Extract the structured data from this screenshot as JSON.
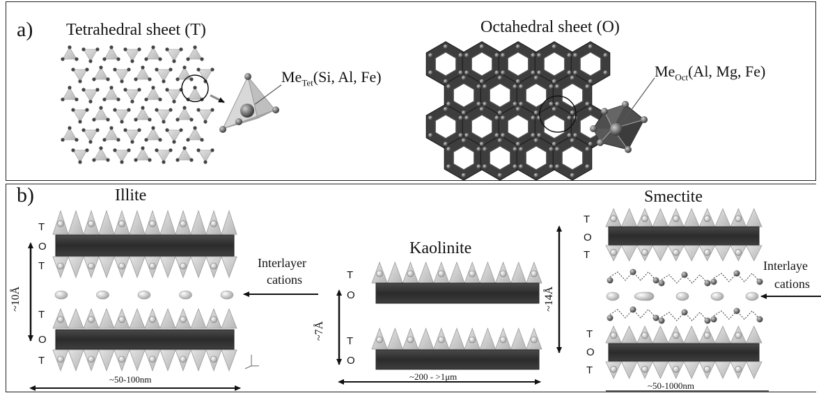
{
  "panel_a": {
    "label": "a)",
    "tet_title": "Tetrahedral sheet (T)",
    "oct_title": "Octahedral sheet (O)",
    "tet_me": "Me",
    "tet_sub": "Tet",
    "tet_elems": "(Si, Al, Fe)",
    "oct_me": "Me",
    "oct_sub": "Oct",
    "oct_elems": "(Al, Mg, Fe)"
  },
  "panel_b": {
    "label": "b)",
    "illite": {
      "title": "Illite",
      "stack_top": [
        "T",
        "O",
        "T"
      ],
      "stack_bottom": [
        "T",
        "O",
        "T"
      ],
      "spacing": "~10Å",
      "width": "~50-100nm",
      "interlayer_1": "Interlayer",
      "interlayer_2": "cations"
    },
    "kaolinite": {
      "title": "Kaolinite",
      "stack_top": [
        "T",
        "O"
      ],
      "stack_bottom": [
        "T",
        "O"
      ],
      "spacing": "~7Å",
      "width": "~200 - >1μm"
    },
    "smectite": {
      "title": "Smectite",
      "stack_top": [
        "T",
        "O",
        "T"
      ],
      "stack_bottom": [
        "T",
        "O",
        "T"
      ],
      "spacing": "~14Å",
      "width": "~50-1000nm",
      "interlayer_1": "Interlaye",
      "interlayer_2": "cations"
    }
  }
}
